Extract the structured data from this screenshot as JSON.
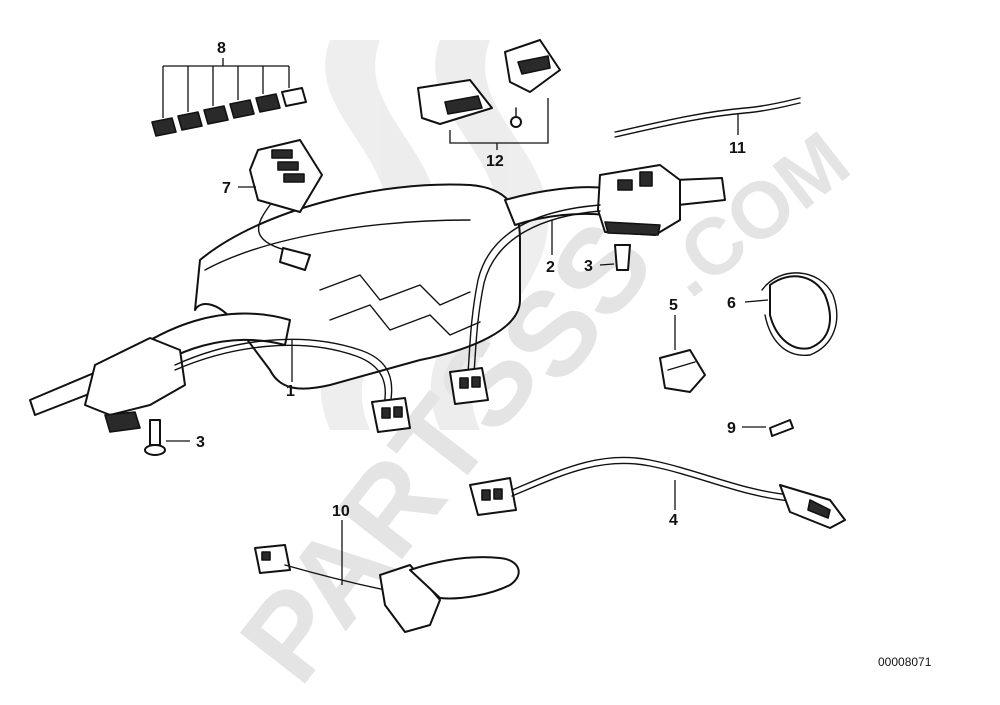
{
  "diagram": {
    "watermark": {
      "brand": "PARTS",
      "brand_ss": "SS",
      "domain": ".COM"
    },
    "drawing_code": "00008071",
    "callouts": [
      {
        "id": "c1",
        "text": "1"
      },
      {
        "id": "c2",
        "text": "2"
      },
      {
        "id": "c3a",
        "text": "3"
      },
      {
        "id": "c3b",
        "text": "3"
      },
      {
        "id": "c4",
        "text": "4"
      },
      {
        "id": "c5",
        "text": "5"
      },
      {
        "id": "c6",
        "text": "6"
      },
      {
        "id": "c7",
        "text": "7"
      },
      {
        "id": "c8",
        "text": "8"
      },
      {
        "id": "c9",
        "text": "9"
      },
      {
        "id": "c10",
        "text": "10"
      },
      {
        "id": "c11",
        "text": "11"
      },
      {
        "id": "c12",
        "text": "12"
      }
    ]
  }
}
